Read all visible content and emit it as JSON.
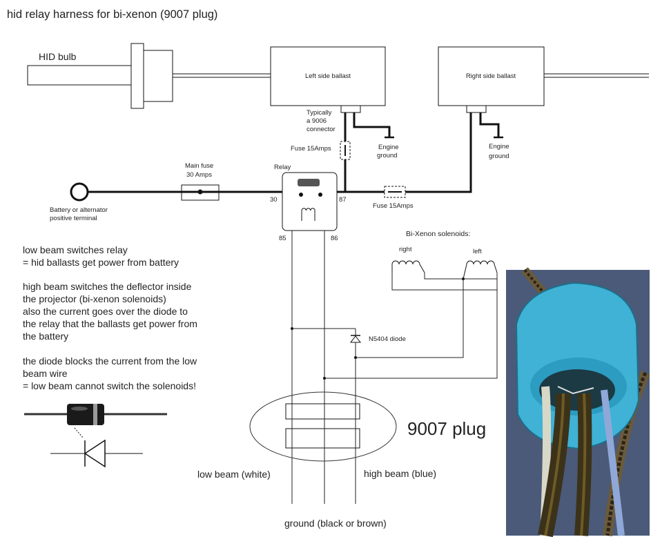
{
  "title": "hid relay harness for bi-xenon (9007 plug)",
  "labels": {
    "hid_bulb": "HID bulb",
    "left_ballast": "Left side ballast",
    "right_ballast": "Right side ballast",
    "connector_note": [
      "Typically",
      "a 9006",
      "connector"
    ],
    "engine_ground_left": [
      "Engine",
      "ground"
    ],
    "engine_ground_right": [
      "Engine",
      "ground"
    ],
    "fuse_upper": "Fuse 15Amps",
    "fuse_lower": "Fuse 15Amps",
    "main_fuse": [
      "Main fuse",
      "30 Amps"
    ],
    "relay": "Relay",
    "pin_30": "30",
    "pin_87": "87",
    "pin_85": "85",
    "pin_86": "86",
    "battery": [
      "Battery or alternator",
      "positive terminal"
    ],
    "solenoids_title": "Bi-Xenon solenoids:",
    "solenoid_right": "right",
    "solenoid_left": "left",
    "diode": "N5404 diode",
    "plug": "9007 plug",
    "low_beam": "low beam (white)",
    "high_beam": "high beam (blue)",
    "ground": "ground (black or brown)"
  },
  "notes": [
    "low beam switches relay",
    "= hid ballasts get power from battery",
    "",
    "high beam switches the deflector inside",
    "the projector (bi-xenon solenoids)",
    "also the current goes over the diode to",
    "the relay that the ballasts get power from",
    "the battery",
    "",
    "the diode blocks the current from the low",
    "beam wire",
    "= low beam cannot switch the solenoids!"
  ],
  "colors": {
    "wire": "#111111",
    "photo_bg": "#4a5a78",
    "plug_blue": "#3fb2d6"
  }
}
